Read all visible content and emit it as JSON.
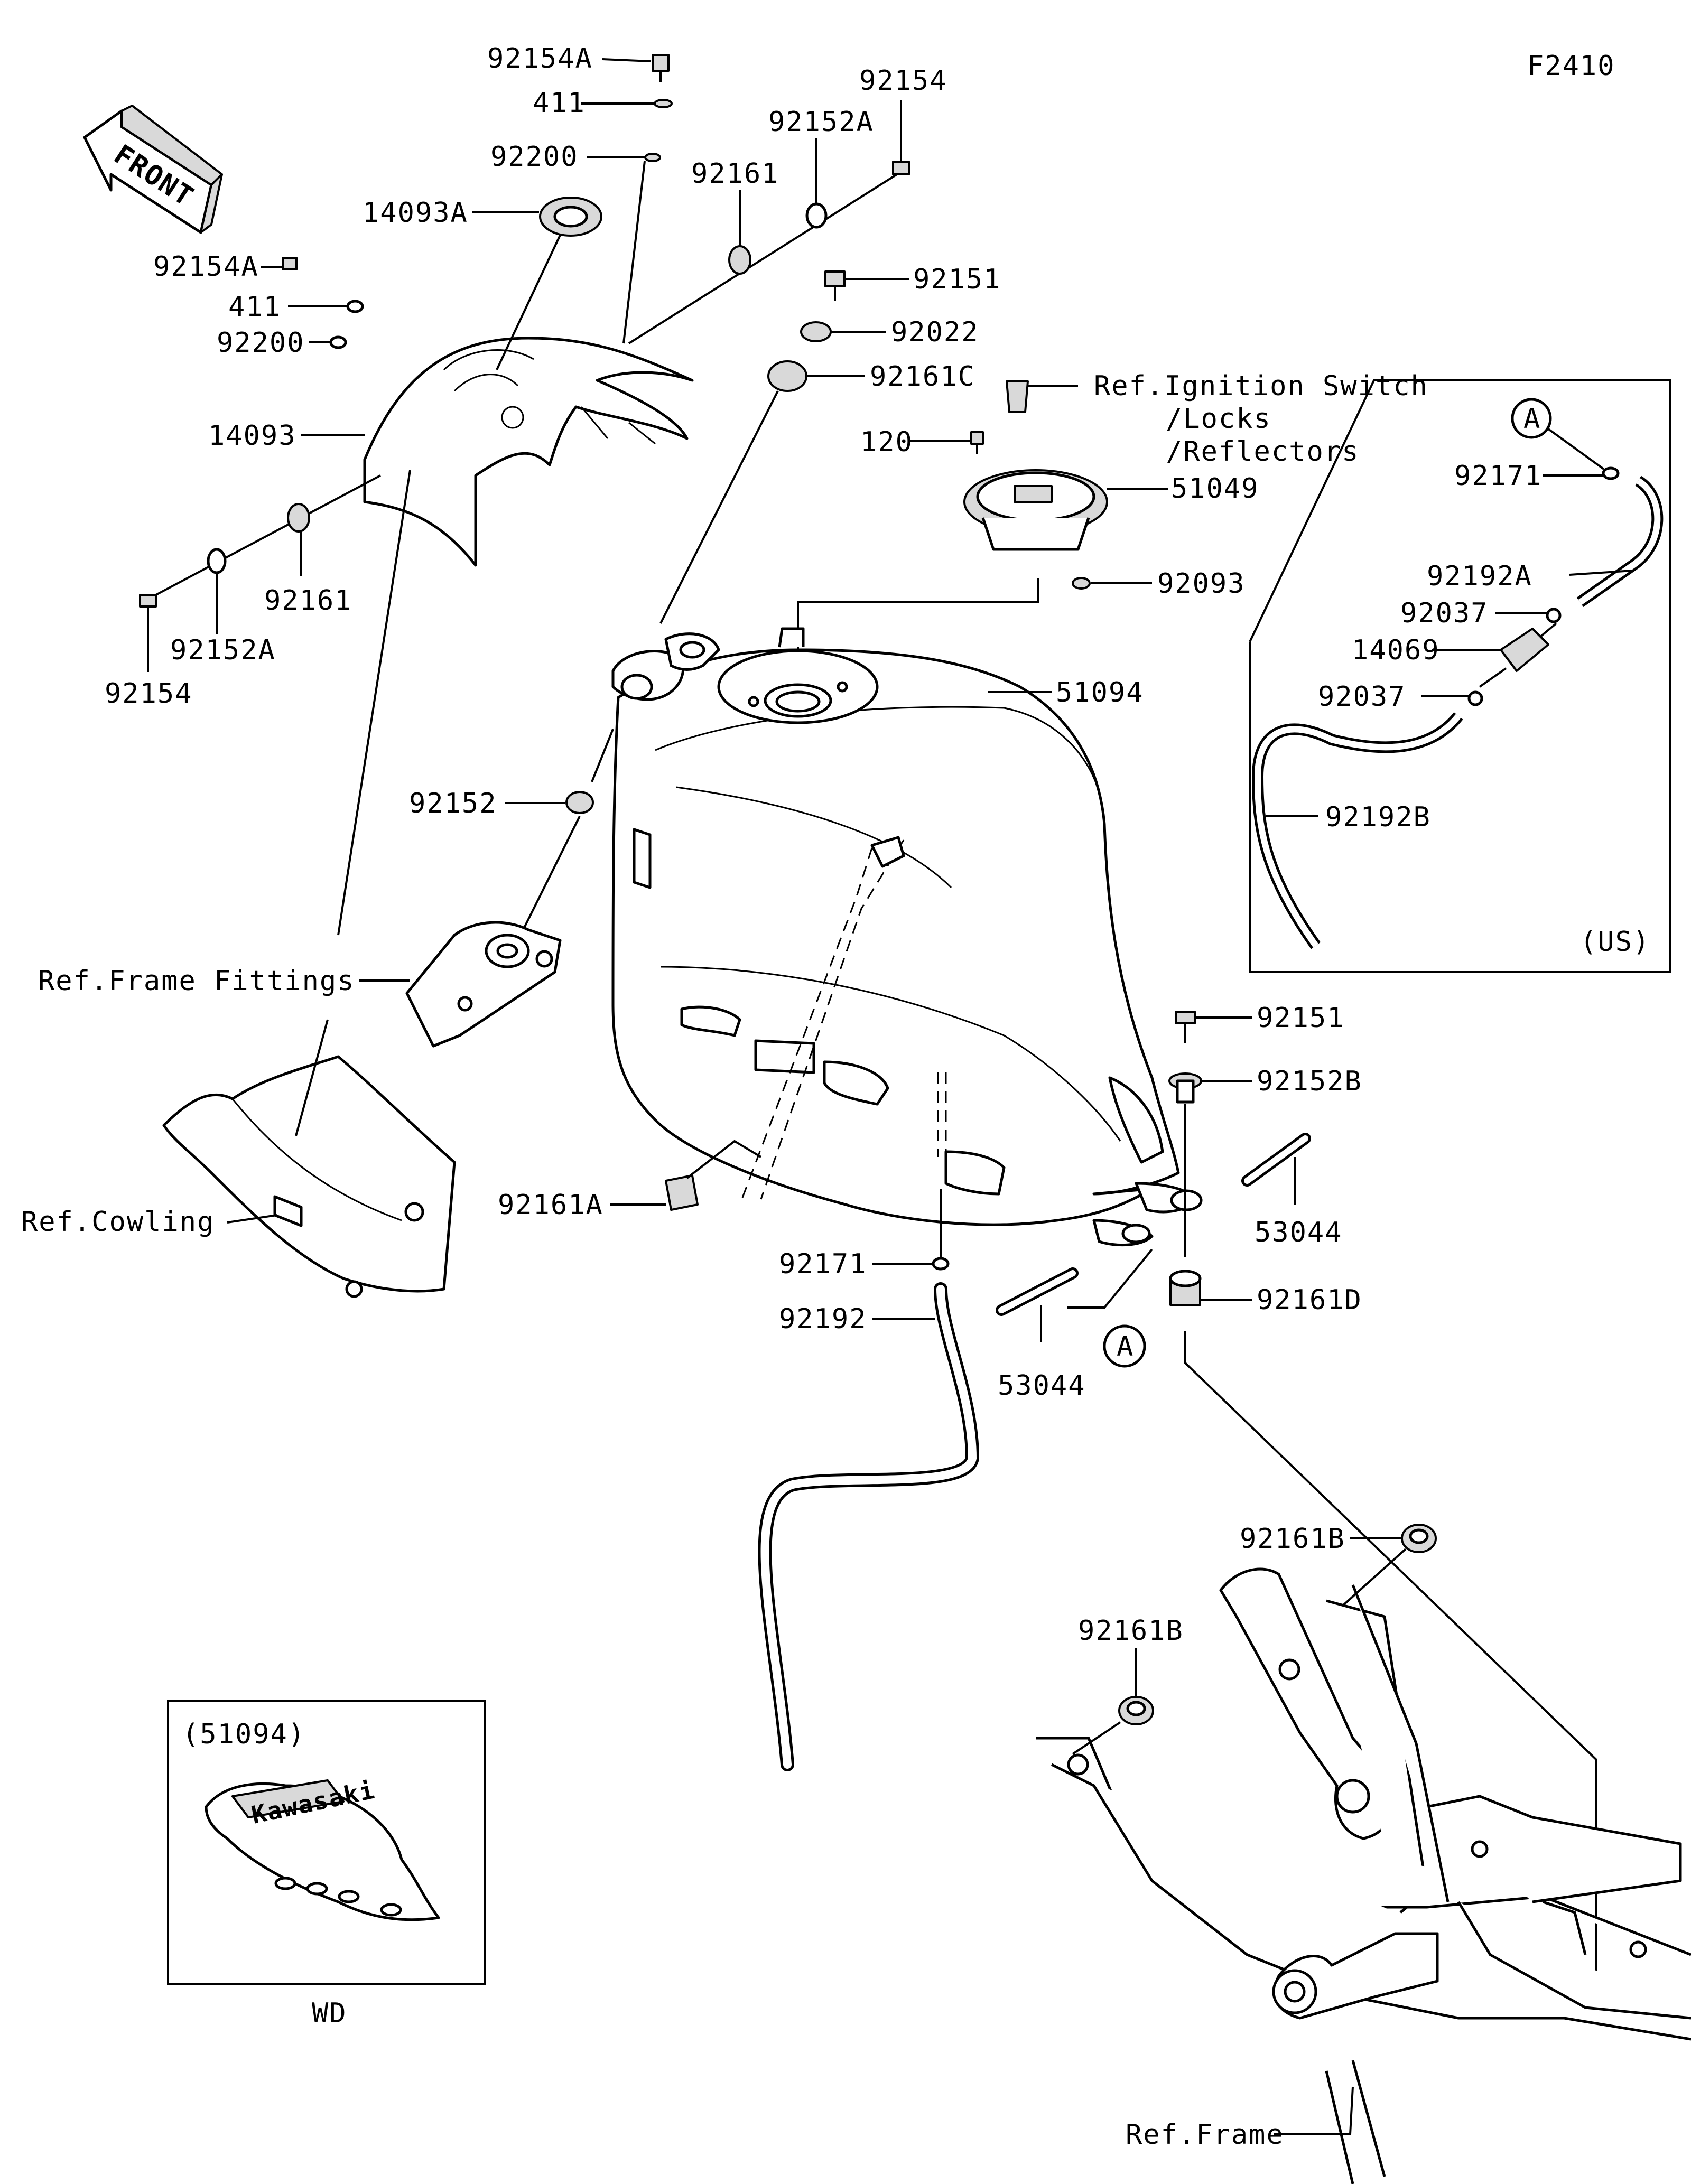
{
  "figure_code": "F2410",
  "front_label": "FRONT",
  "callouts": [
    {
      "id": "c1",
      "text": "92154A"
    },
    {
      "id": "c2",
      "text": "411"
    },
    {
      "id": "c3",
      "text": "92200"
    },
    {
      "id": "c4",
      "text": "14093A"
    },
    {
      "id": "c5",
      "text": "92154A"
    },
    {
      "id": "c6",
      "text": "411"
    },
    {
      "id": "c7",
      "text": "92200"
    },
    {
      "id": "c8",
      "text": "14093"
    },
    {
      "id": "c9",
      "text": "92154"
    },
    {
      "id": "c10",
      "text": "92152A"
    },
    {
      "id": "c11",
      "text": "92161"
    },
    {
      "id": "c12",
      "text": "92154"
    },
    {
      "id": "c13",
      "text": "92152A"
    },
    {
      "id": "c14",
      "text": "92161"
    },
    {
      "id": "c15",
      "text": "92151"
    },
    {
      "id": "c16",
      "text": "92022"
    },
    {
      "id": "c17",
      "text": "92161C"
    },
    {
      "id": "c18",
      "text": "120"
    },
    {
      "id": "c19",
      "text": "51049"
    },
    {
      "id": "c20",
      "text": "92093"
    },
    {
      "id": "c21",
      "text": "51094"
    },
    {
      "id": "c22",
      "text": "92152"
    },
    {
      "id": "c23",
      "text": "Ref.Frame Fittings"
    },
    {
      "id": "c24",
      "text": "Ref.Cowling"
    },
    {
      "id": "c25",
      "text": "92161A"
    },
    {
      "id": "c26",
      "text": "92171"
    },
    {
      "id": "c27",
      "text": "92192"
    },
    {
      "id": "c28",
      "text": "53044"
    },
    {
      "id": "c29",
      "text": "92151"
    },
    {
      "id": "c30",
      "text": "92152B"
    },
    {
      "id": "c31",
      "text": "53044"
    },
    {
      "id": "c32",
      "text": "92161D"
    },
    {
      "id": "c33",
      "text": "92161B"
    },
    {
      "id": "c34",
      "text": "92161B"
    },
    {
      "id": "c35",
      "text": "Ref.Frame"
    },
    {
      "id": "c36",
      "text": "92171"
    },
    {
      "id": "c37",
      "text": "92192A"
    },
    {
      "id": "c38",
      "text": "92037"
    },
    {
      "id": "c39",
      "text": "14069"
    },
    {
      "id": "c40",
      "text": "92037"
    },
    {
      "id": "c41",
      "text": "92192B"
    }
  ],
  "ignition_ref": [
    "Ref.Ignition Switch",
    "/Locks",
    "/Reflectors"
  ],
  "marker_a": "A",
  "us_box_label": "(US)",
  "wd_box": {
    "part_ref": "(51094)",
    "caption": "WD",
    "brand": "Kawasaki"
  }
}
